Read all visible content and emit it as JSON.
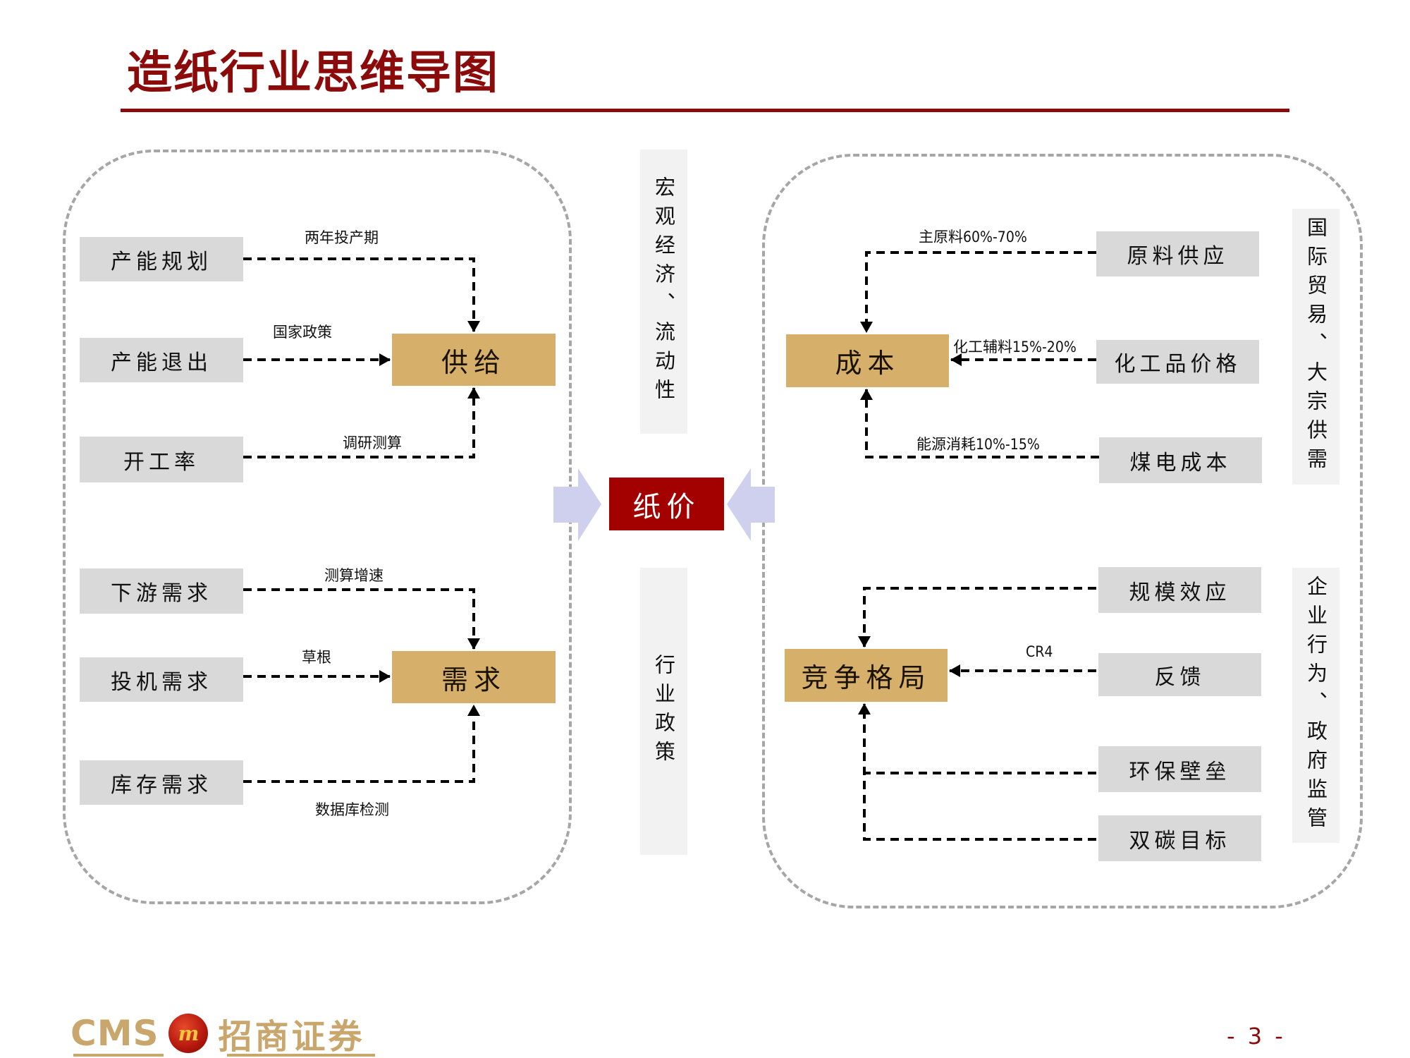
{
  "title": "造纸行业思维导图",
  "center": {
    "label": "纸价"
  },
  "strips": {
    "macro": "宏观经济、流动性",
    "policy": "行业政策",
    "trade": "国际贸易、大宗供需",
    "behavior": "企业行为、政府监管"
  },
  "left_panel": {
    "supply": {
      "hub": "供给",
      "sources": [
        {
          "label": "产能规划",
          "edge_label": "两年投产期"
        },
        {
          "label": "产能退出",
          "edge_label": "国家政策"
        },
        {
          "label": "开工率",
          "edge_label": "调研测算"
        }
      ]
    },
    "demand": {
      "hub": "需求",
      "sources": [
        {
          "label": "下游需求",
          "edge_label": "测算增速"
        },
        {
          "label": "投机需求",
          "edge_label": "草根"
        },
        {
          "label": "库存需求",
          "edge_label": "数据库检测"
        }
      ]
    }
  },
  "right_panel": {
    "cost": {
      "hub": "成本",
      "sources": [
        {
          "label": "原料供应",
          "edge_label": "主原料60%-70%"
        },
        {
          "label": "化工品价格",
          "edge_label": "化工辅料15%-20%"
        },
        {
          "label": "煤电成本",
          "edge_label": "能源消耗10%-15%"
        }
      ]
    },
    "competition": {
      "hub": "竞争格局",
      "sources": [
        {
          "label": "规模效应",
          "edge_label": ""
        },
        {
          "label": "反馈",
          "edge_label": "CR4"
        },
        {
          "label": "环保壁垒",
          "edge_label": ""
        },
        {
          "label": "双碳目标",
          "edge_label": ""
        }
      ]
    }
  },
  "footer": {
    "logo_text": "CMS",
    "logo_mark": "m",
    "company": "招商证券",
    "page": "- 3 -"
  },
  "colors": {
    "title": "#8b0a0a",
    "hub": "#d6b06a",
    "node": "#d9d9d9",
    "strip": "#f2f2f2",
    "center": "#a30000",
    "arrow_fill": "#cfd0ee",
    "panel_border": "#a6a6a6",
    "brand_gold": "#c9a66b"
  }
}
